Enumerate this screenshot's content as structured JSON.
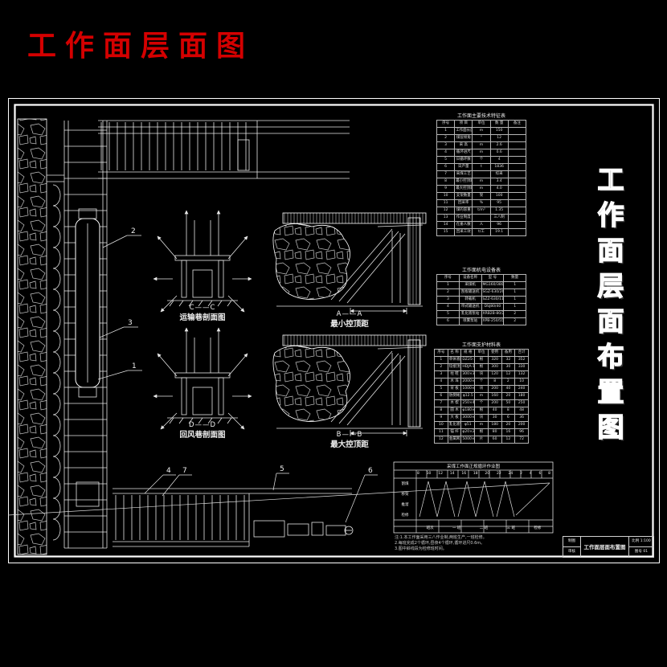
{
  "page": {
    "title": "工作面层面图",
    "bg": "#000000",
    "accent_red": "#d40000",
    "line_color": "#ffffff"
  },
  "vertical_title": {
    "text": "工作面层面布置图",
    "chars": [
      "工",
      "作",
      "面",
      "层",
      "面",
      "布",
      "置",
      "图"
    ]
  },
  "sections": {
    "cc": {
      "label": "C——C",
      "caption": "运输巷剖面图"
    },
    "dd": {
      "label": "D——D",
      "caption": "回风巷剖面图"
    },
    "aa": {
      "label": "A——A",
      "caption": "最小控顶距"
    },
    "bb": {
      "label": "B——B",
      "caption": "最大控顶距"
    }
  },
  "balloons": {
    "b1": "1",
    "b2": "2",
    "b3": "3",
    "b4": "4",
    "b5": "5",
    "b6": "6",
    "b7": "7"
  },
  "tables": {
    "tech": {
      "title": "工作面主要技术特征表",
      "rows": [
        [
          "序号",
          "项 目",
          "单位",
          "数 量",
          "备注"
        ],
        [
          "1",
          "工作面长度",
          "m",
          "150",
          ""
        ],
        [
          "2",
          "煤层倾角",
          "°",
          "12",
          ""
        ],
        [
          "3",
          "采 高",
          "m",
          "2.6",
          ""
        ],
        [
          "4",
          "循环进尺",
          "m",
          "0.6",
          ""
        ],
        [
          "5",
          "日循环数",
          "个",
          "4",
          ""
        ],
        [
          "6",
          "日产量",
          "t",
          "1836",
          ""
        ],
        [
          "7",
          "采煤工艺",
          "",
          "综采",
          ""
        ],
        [
          "8",
          "最小控顶距",
          "m",
          "3.4",
          ""
        ],
        [
          "9",
          "最大控顶距",
          "m",
          "4.0",
          ""
        ],
        [
          "10",
          "支架数量",
          "架",
          "100",
          ""
        ],
        [
          "11",
          "回采率",
          "%",
          "95",
          ""
        ],
        [
          "12",
          "煤的容重",
          "t/m³",
          "1.35",
          ""
        ],
        [
          "13",
          "作业制度",
          "",
          "三八制",
          ""
        ],
        [
          "14",
          "在册人数",
          "人",
          "96",
          ""
        ],
        [
          "15",
          "回采工效",
          "t/工",
          "19.1",
          ""
        ]
      ]
    },
    "equipment": {
      "title": "工作面机电设备表",
      "rows": [
        [
          "序号",
          "设备名称",
          "型 号",
          "数量"
        ],
        [
          "1",
          "采煤机",
          "MG160/380-W",
          "1"
        ],
        [
          "2",
          "刮板输送机",
          "SGZ-630/264",
          "1"
        ],
        [
          "3",
          "转载机",
          "SZZ-630/110",
          "1"
        ],
        [
          "4",
          "带式输送机",
          "DSJ80/40",
          "1"
        ],
        [
          "5",
          "乳化液泵站",
          "XRB2B-80/200",
          "2"
        ],
        [
          "6",
          "喷雾泵站",
          "XPB-250/55",
          "2"
        ]
      ]
    },
    "materials": {
      "title": "工作面支护材料表",
      "rows": [
        [
          "序号",
          "名 称",
          "规 格",
          "单位",
          "使用",
          "备用",
          "合计"
        ],
        [
          "1",
          "单体液压支柱",
          "DZ25-30/100",
          "根",
          "320",
          "32",
          "352"
        ],
        [
          "2",
          "铰接顶梁",
          "HDJA-1000",
          "根",
          "300",
          "30",
          "330"
        ],
        [
          "3",
          "柱 鞋",
          "300×300",
          "块",
          "120",
          "12",
          "132"
        ],
        [
          "4",
          "木 垛",
          "2000×200",
          "个",
          "8",
          "2",
          "10"
        ],
        [
          "5",
          "背 板",
          "1000×150",
          "块",
          "200",
          "40",
          "240"
        ],
        [
          "6",
          "防倒绳",
          "φ12.5",
          "m",
          "160",
          "20",
          "180"
        ],
        [
          "7",
          "木 楔",
          "250×40",
          "个",
          "200",
          "50",
          "250"
        ],
        [
          "8",
          "圆 木",
          "φ180×2200",
          "根",
          "40",
          "8",
          "48"
        ],
        [
          "9",
          "大 板",
          "3000×200",
          "块",
          "30",
          "6",
          "36"
        ],
        [
          "10",
          "乳化液管路",
          "φ51",
          "m",
          "180",
          "20",
          "200"
        ],
        [
          "11",
          "锚 杆",
          "φ20×2200",
          "根",
          "80",
          "16",
          "96"
        ],
        [
          "12",
          "金属网",
          "5000×1000",
          "片",
          "60",
          "12",
          "72"
        ]
      ]
    }
  },
  "cycle_chart": {
    "title": "采煤工作面正规循环作业图",
    "hours": [
      "8",
      "10",
      "12",
      "14",
      "16",
      "18",
      "20",
      "22",
      "24",
      "2",
      "4",
      "6",
      "8"
    ],
    "row_labels": [
      "割煤",
      "移架",
      "推溜",
      "检修"
    ],
    "bottom_cells": [
      "班次",
      "一 班",
      "二 班",
      "三 班",
      "检修"
    ],
    "notes": [
      "注:1.本工作面采用三八作业制,两班生产,一班检修。",
      "2.每班完成2个循环,昼夜4个循环,循环进尺0.6m。",
      "3.图中斜线段为检修班时间。"
    ]
  },
  "title_block": {
    "drawing_name": "工作面层面布置图",
    "drafter_label": "制图",
    "checker_label": "审核",
    "scale": "比例 1:100",
    "no": "图号 01"
  }
}
